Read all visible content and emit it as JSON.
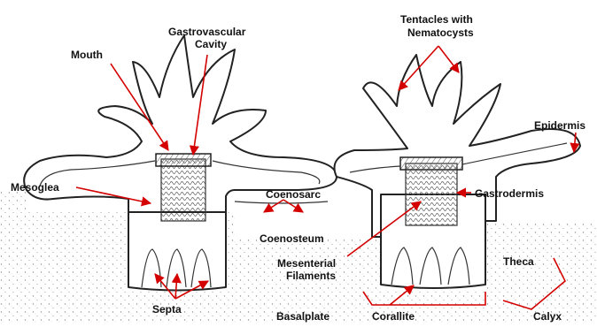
{
  "diagram": {
    "labels": {
      "mouth": "Mouth",
      "gastro_line1": "Gastrovascular",
      "gastro_line2": "Cavity",
      "tentacles_line1": "Tentacles with",
      "tentacles_line2": "Nematocysts",
      "epidermis": "Epidermis",
      "mesoglea": "Mesoglea",
      "coenosarc": "Coenosarc",
      "coenosteum": "Coenosteum",
      "gastrodermis": "Gastrodermis",
      "mesenterial_line1": "Mesenterial",
      "mesenterial_line2": "Filaments",
      "theca": "Theca",
      "septa": "Septa",
      "basalplate": "Basalplate",
      "corallite": "Corallite",
      "calyx": "Calyx"
    },
    "colors": {
      "arrow": "#d40000",
      "outline": "#222222",
      "skeleton_stipple": "#9a9a9a"
    }
  }
}
